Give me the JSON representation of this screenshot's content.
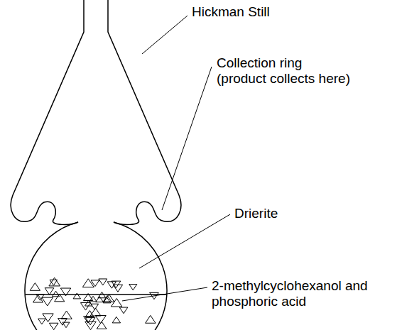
{
  "diagram": {
    "labels": [
      "Hickman Still",
      "Collection ring (product collects here)",
      "Drierite",
      "2-methylcyclohexanol and phosphoric acid"
    ]
  }
}
